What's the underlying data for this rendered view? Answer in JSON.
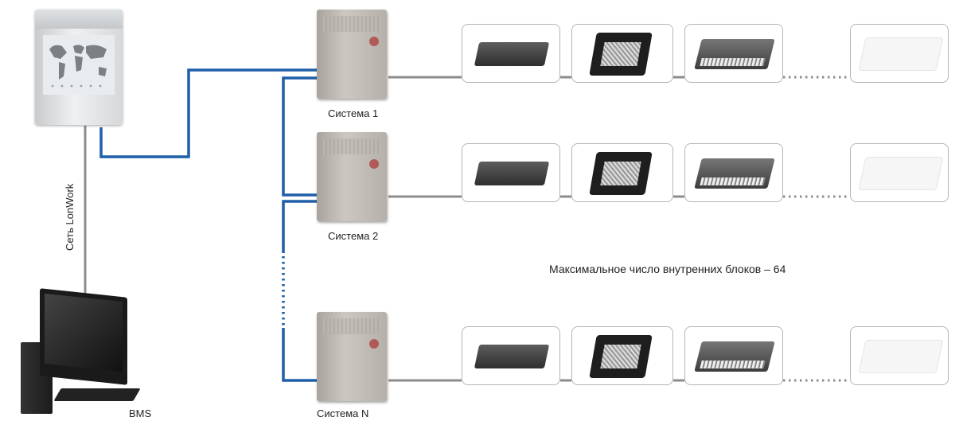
{
  "labels": {
    "network": "Сеть LonWork",
    "bms": "BMS",
    "system1": "Система 1",
    "system2": "Система 2",
    "systemN": "Система N",
    "max_note": "Максимальное число внутренних блоков – 64"
  },
  "colors": {
    "bus_line": "#1f5fa8",
    "refrigerant_line": "#8c8c8c",
    "box_border": "#b5b5b5"
  },
  "icons": {
    "gateway": "lonworks-gateway-icon",
    "outdoor_unit": "outdoor-unit-icon",
    "duct_unit": "duct-indoor-unit-icon",
    "cassette_unit": "cassette-indoor-unit-icon",
    "cassette_1way_unit": "one-way-cassette-unit-icon",
    "ceiling_unit": "ceiling-indoor-unit-icon",
    "bms_computer": "computer-icon"
  }
}
